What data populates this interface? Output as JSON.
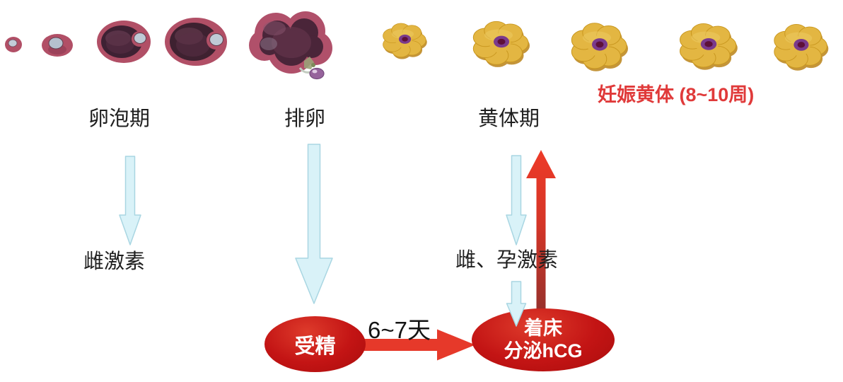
{
  "labels": {
    "follicular_phase": "卵泡期",
    "ovulation": "排卵",
    "luteal_phase": "黄体期",
    "pregnancy_luteum": "妊娠黄体 (8~10周)",
    "estrogen": "雌激素",
    "estrogen_progesterone": "雌、孕激素",
    "fertilization": "受精",
    "transfer_duration": "6~7天",
    "implantation_line1": "着床",
    "implantation_line2": "分泌hCG"
  },
  "illustrations": {
    "follicle_stages": [
      "primordial-follicle",
      "primary-follicle",
      "secondary-follicle",
      "mature-follicle"
    ],
    "ovulation_figure": "ruptured-follicle-releasing-egg",
    "corpus_luteum_figures": [
      "corpus-luteum-1",
      "corpus-luteum-2",
      "corpus-luteum-3",
      "corpus-luteum-4",
      "corpus-luteum-5"
    ]
  },
  "colors": {
    "background": "#ffffff",
    "label_text": "#1f1f1f",
    "pregnancy_text_red": "#e03a3a",
    "arrow_blue_fill": "#d9f2f8",
    "arrow_blue_border": "#a9d6e2",
    "arrow_red": "#e6392a",
    "ellipse_red": "#c31414",
    "follicle_pink": "#b14f66",
    "follicle_core_dark": "#3e2133",
    "oocyte_gray_blue": "#bfcad6",
    "luteum_yellow": "#e3b642",
    "luteum_center_purple": "#7a3a8c"
  }
}
